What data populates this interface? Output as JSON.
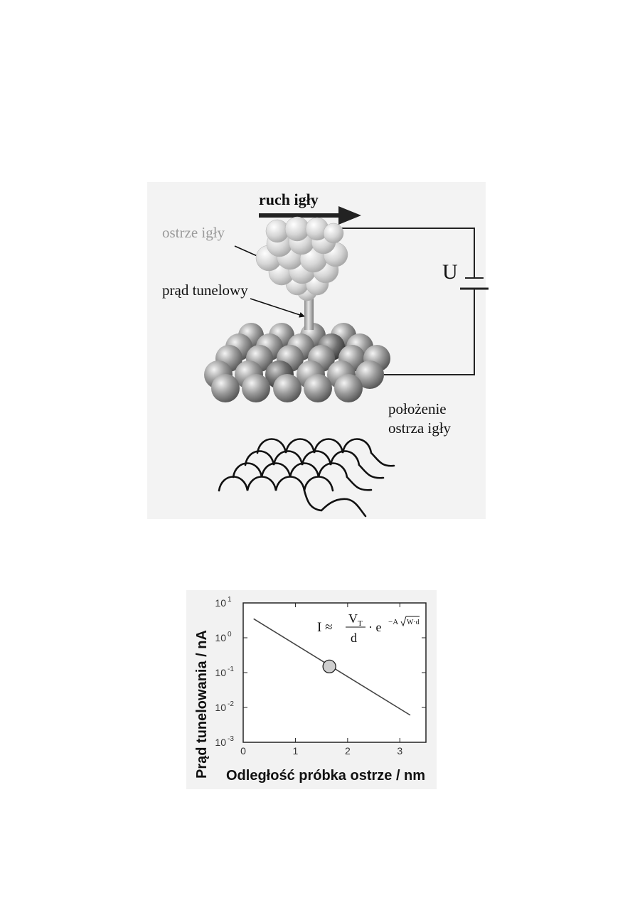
{
  "diagram": {
    "labels": {
      "needle_motion": "ruch igły",
      "needle_tip": "ostrze igły",
      "tunnel_current": "prąd tunelowy",
      "voltage": "U",
      "tip_position_line1": "położenie",
      "tip_position_line2": "ostrza igły"
    }
  },
  "chart_data": {
    "type": "line",
    "xlabel": "Odległość próbka ostrze / nm",
    "ylabel": "Prąd tunelowania / nA",
    "xlim": [
      0,
      3.5
    ],
    "ylim": [
      0.001,
      10
    ],
    "y_scale": "log",
    "x_ticks": [
      "0",
      "1",
      "2",
      "3"
    ],
    "y_ticks": [
      {
        "base": "10",
        "exp": "1"
      },
      {
        "base": "10",
        "exp": "0"
      },
      {
        "base": "10",
        "exp": "-1"
      },
      {
        "base": "10",
        "exp": "-2"
      },
      {
        "base": "10",
        "exp": "-3"
      }
    ],
    "series": [
      {
        "x": [
          0.2,
          3.2
        ],
        "y": [
          3.5,
          0.006
        ]
      }
    ],
    "highlight_point": {
      "x": 1.65,
      "y": 0.15
    },
    "formula": {
      "lhs": "I ≈",
      "numerator": "V",
      "numerator_sub": "T",
      "denominator": "d",
      "middle": "· e",
      "exp_prefix": "−A",
      "exp_radicand": "W·d"
    }
  }
}
